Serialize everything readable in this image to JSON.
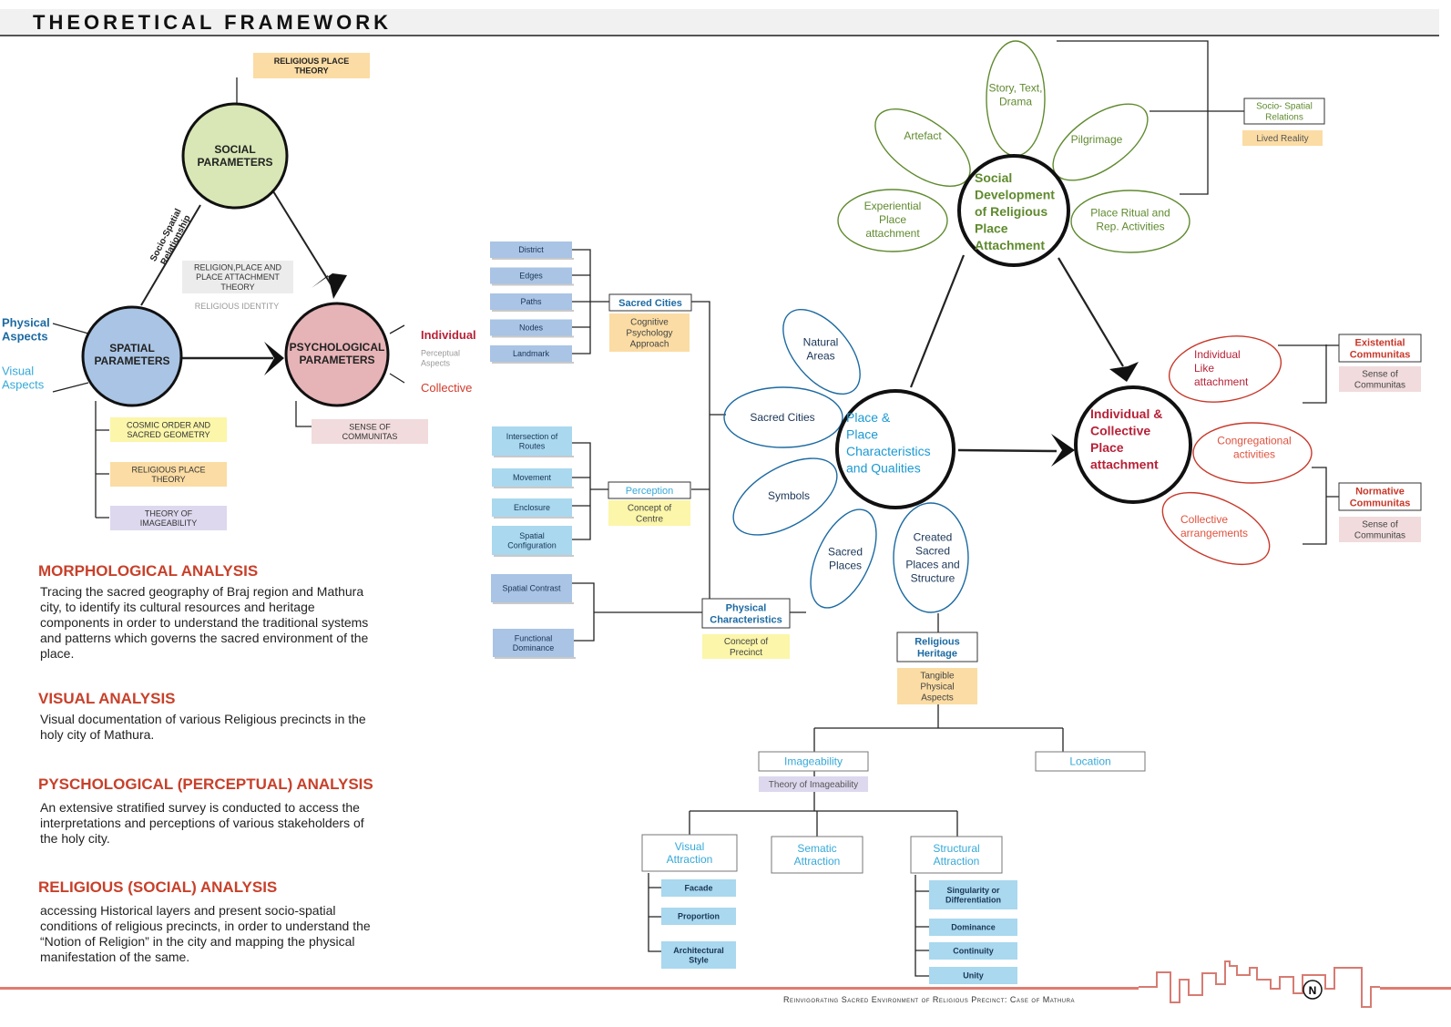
{
  "header": {
    "title": "THEORETICAL FRAMEWORK"
  },
  "colors": {
    "social": "#d8e7b5",
    "spatial": "#a9c4e4",
    "psych": "#e6b3b6",
    "green": "#5f8a2e",
    "blue": "#1c6aa2",
    "red": "#c8382a",
    "peach": "#fbdca4",
    "grey": "#ececec",
    "pink": "#f1dbdc",
    "lightblue": "#a9d8ef",
    "yellow": "#fbf6aa",
    "lavender": "#ddd8ee"
  },
  "left_diagram": {
    "social_node": "SOCIAL\nPARAMETERS",
    "spatial_node": "SPATIAL\nPARAMETERS",
    "psych_node": "PSYCHOLOGICAL\nPARAMETERS",
    "religious_place_theory_top": "RELIGIOUS PLACE\nTHEORY",
    "edge_label": "Socio-Spatial\nRelationship",
    "religion_place_theory": "RELIGION,PLACE AND\nPLACE ATTACHMENT\nTHEORY",
    "religious_identity": "RELIGIOUS IDENTITY",
    "physical_aspects": "Physical\nAspects",
    "visual_aspects": "Visual\nAspects",
    "individual": "Individual",
    "perceptual_aspects": "Perceptual\nAspects",
    "collective": "Collective",
    "sense_of_communitas": "SENSE OF\nCOMMUNITAS",
    "cosmic_order": "COSMIC ORDER AND\nSACRED GEOMETRY",
    "religious_place_theory_bottom": "RELIGIOUS PLACE\nTHEORY",
    "theory_of_imageability": "THEORY OF\nIMAGEABILITY"
  },
  "analyses": [
    {
      "heading": "MORPHOLOGICAL ANALYSIS",
      "body": "Tracing the sacred geography of Braj region and Mathura city, to identify its cultural resources and heritage components in order to understand the traditional systems and patterns which governs the sacred environment of the place."
    },
    {
      "heading": "VISUAL ANALYSIS",
      "body": "Visual documentation of various Religious precincts in the holy city of Mathura."
    },
    {
      "heading": "PYSCHOLOGICAL (PERCEPTUAL) ANALYSIS",
      "body": "An extensive stratified survey is conducted to access the interpretations and perceptions of various stakeholders of the holy city."
    },
    {
      "heading": "RELIGIOUS (SOCIAL) ANALYSIS",
      "body": "accessing Historical layers and present socio-spatial conditions of religious precincts, in order to understand the “Notion of Religion” in the city and mapping the physical manifestation of the same."
    }
  ],
  "middle": {
    "lynch_elements": [
      "District",
      "Edges",
      "Paths",
      "Nodes",
      "Landmark"
    ],
    "sacred_cities": "Sacred Cities",
    "cognitive_psychology": "Cognitive\nPsychology\nApproach",
    "perception_items": [
      "Intersection of\nRoutes",
      "Movement",
      "Enclosure",
      "Spatial\nConfiguration"
    ],
    "perception": "Perception",
    "concept_of_centre": "Concept of\nCentre",
    "physical_items": [
      "Spatial Contrast",
      "Functional\nDominance"
    ],
    "physical_characteristics": "Physical\nCharacteristics",
    "concept_of_precinct": "Concept of\nPrecinct"
  },
  "social_flower": {
    "center": "Social\nDevelopment\nof Religious\nPlace\nAttachment",
    "petals": [
      "Story, Text,\nDrama",
      "Artefact",
      "Pilgrimage",
      "Experiential\nPlace\nattachment",
      "Place Ritual and\nRep. Activities"
    ],
    "socio_spatial": "Socio- Spatial\nRelations",
    "lived_reality": "Lived Reality"
  },
  "place_flower": {
    "center": "Place &\nPlace\nCharacteristics\nand Qualities",
    "petals": [
      "Natural\nAreas",
      "Sacred Cities",
      "Symbols",
      "Sacred\nPlaces",
      "Created\nSacred\nPlaces and\nStructure"
    ],
    "religious_heritage": "Religious\nHeritage",
    "tangible": "Tangible\nPhysical\nAspects"
  },
  "individual_flower": {
    "center": "Individual &\nCollective\nPlace\nattachment",
    "petals": [
      "Individual\nLike\nattachment",
      "Congregational\nactivities",
      "Collective\narrangements"
    ],
    "existential": "Existential\nCommunitas",
    "existential_sense": "Sense of\nCommunitas",
    "normative": "Normative\nCommunitas",
    "normative_sense": "Sense of\nCommunitas"
  },
  "tree": {
    "imageability": "Imageability",
    "theory_of_imageability": "Theory of Imageability",
    "location": "Location",
    "visual_attraction": "Visual\nAttraction",
    "sematic_attraction": "Sematic\nAttraction",
    "structural_attraction": "Structural\nAttraction",
    "visual_items": [
      "Facade",
      "Proportion",
      "Architectural\nStyle"
    ],
    "structural_items": [
      "Singularity or\nDifferentiation",
      "Dominance",
      "Continuity",
      "Unity"
    ]
  },
  "footer": {
    "caption": "Reinvigorating Sacred Environment of Religious Precinct: Case of Mathura",
    "north": "N"
  }
}
